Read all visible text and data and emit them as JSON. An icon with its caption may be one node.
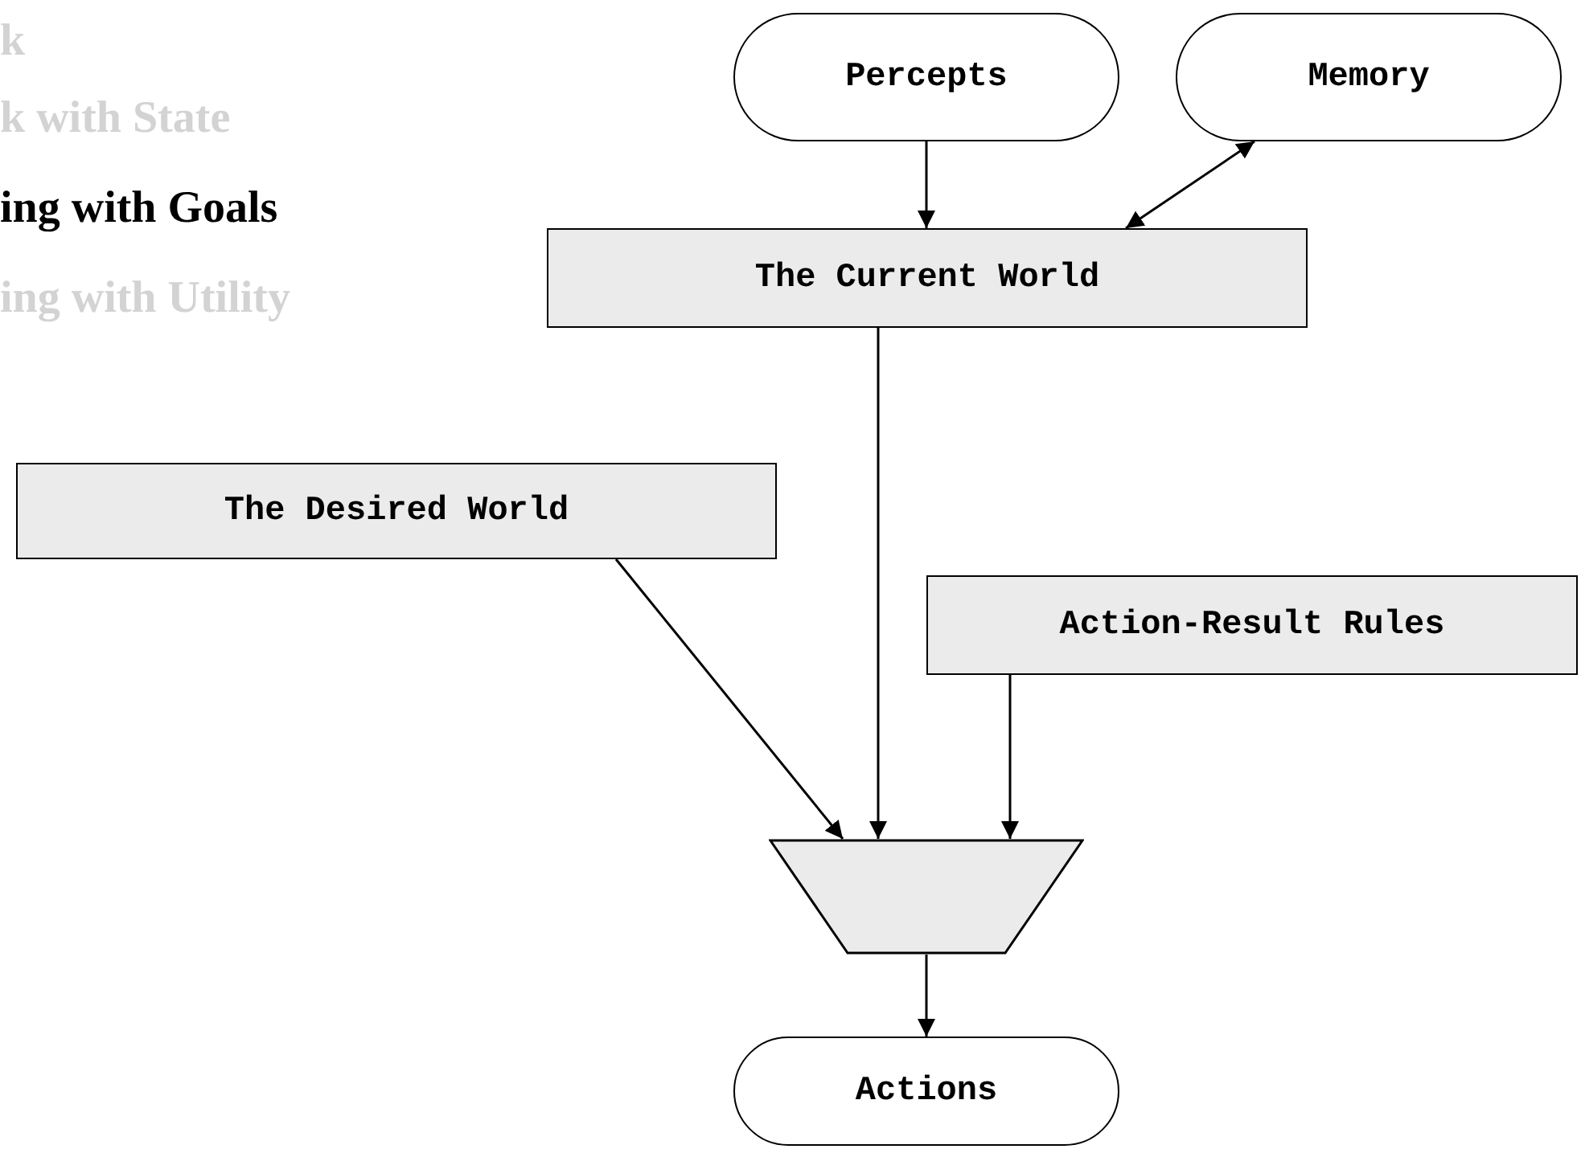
{
  "diagram": {
    "nodes": [
      {
        "text": [
          "Percepts"
        ]
      },
      {
        "text": [
          "Memory"
        ]
      },
      {
        "text": [
          "The Current World"
        ]
      },
      {
        "text": [
          "The Desired World"
        ]
      },
      {
        "text": [
          "Action-Result Rules"
        ]
      },
      {
        "text": [],
        "shape": "trapezoid"
      },
      {
        "text": [
          "Actions"
        ]
      }
    ],
    "edges": [
      {
        "from": 0,
        "to": 2,
        "arrow": "to"
      },
      {
        "from": 1,
        "to": 2,
        "arrow": "both"
      },
      {
        "from": 3,
        "to": 5,
        "arrow": "to"
      },
      {
        "from": 2,
        "to": 5,
        "arrow": "to"
      },
      {
        "from": 4,
        "to": 5,
        "arrow": "to"
      },
      {
        "from": 5,
        "to": 6,
        "arrow": "to"
      }
    ],
    "labels": [
      "k",
      "k with State",
      "ing with Goals",
      "ing with Utility"
    ]
  }
}
